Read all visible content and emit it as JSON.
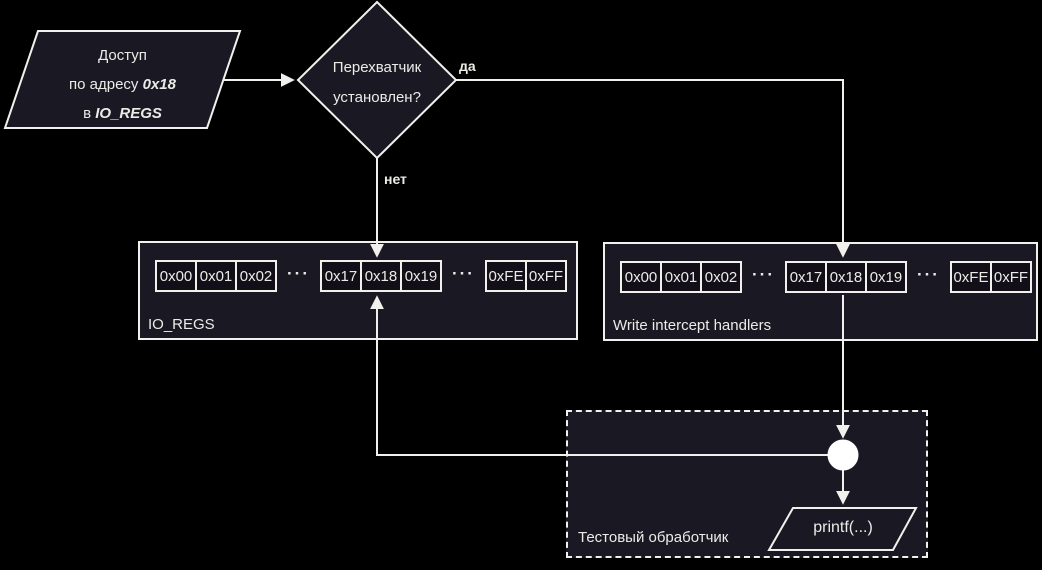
{
  "colors": {
    "background": "#000000",
    "shape_fill": "#1a1822",
    "cell_fill": "#120f18",
    "stroke": "#f2f0ed",
    "text": "#edebe7",
    "circle_fill": "#ffffff"
  },
  "start_node": {
    "line1": "Доступ",
    "line2_prefix": "по адресу ",
    "line2_value": "0x18",
    "line3_prefix": "в ",
    "line3_value": "IO_REGS"
  },
  "decision_node": {
    "line1": "Перехватчик",
    "line2": "установлен?"
  },
  "edges": {
    "yes_label": "да",
    "no_label": "нет"
  },
  "io_regs_box": {
    "label": "IO_REGS",
    "ellipsis": "···",
    "cells": [
      [
        "0x00",
        "0x01",
        "0x02"
      ],
      [
        "0x17",
        "0x18",
        "0x19"
      ],
      [
        "0xFE",
        "0xFF"
      ]
    ]
  },
  "handlers_box": {
    "label": "Write intercept handlers",
    "ellipsis": "···",
    "cells": [
      [
        "0x00",
        "0x01",
        "0x02"
      ],
      [
        "0x17",
        "0x18",
        "0x19"
      ],
      [
        "0xFE",
        "0xFF"
      ]
    ]
  },
  "test_handler_box": {
    "label": "Тестовый обработчик",
    "printf_label": "printf(...)"
  }
}
